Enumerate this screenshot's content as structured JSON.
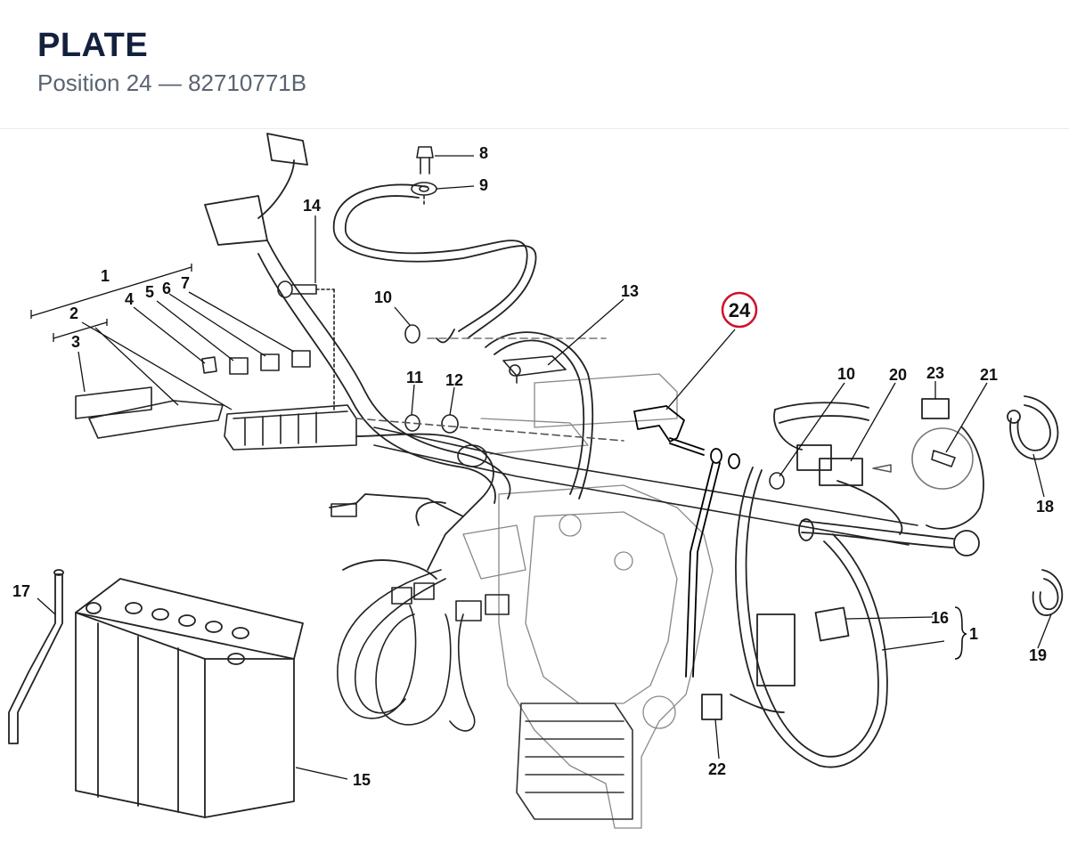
{
  "header": {
    "title": "PLATE",
    "subtitle": "Position 24 — 82710771B"
  },
  "diagram": {
    "highlight_color": "#d0102a",
    "highlighted_callout": "24",
    "callouts": {
      "c1a": "1",
      "c2": "2",
      "c3": "3",
      "c4": "4",
      "c5": "5",
      "c6": "6",
      "c7": "7",
      "c8": "8",
      "c9": "9",
      "c10a": "10",
      "c10b": "10",
      "c11": "11",
      "c12": "12",
      "c13": "13",
      "c14": "14",
      "c15": "15",
      "c16": "16",
      "c1b": "1",
      "c17": "17",
      "c18": "18",
      "c19": "19",
      "c20": "20",
      "c21": "21",
      "c22": "22",
      "c23": "23",
      "c24": "24"
    }
  }
}
